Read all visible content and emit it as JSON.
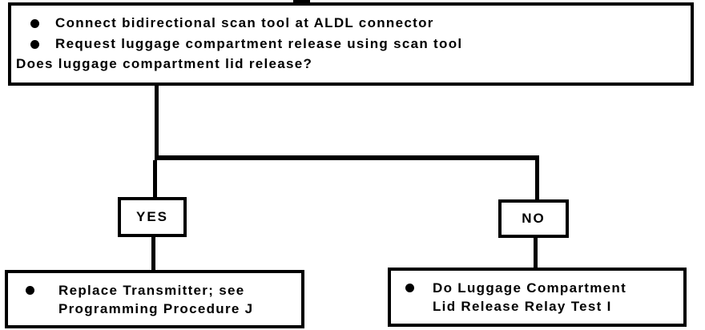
{
  "colors": {
    "ink": "#000000",
    "paper": "#ffffff"
  },
  "flowchart": {
    "decision_box": {
      "steps": [
        "Connect bidirectional scan tool at ALDL connector",
        "Request luggage compartment release using scan tool"
      ],
      "question": "Does luggage compartment lid release?"
    },
    "yes_branch": {
      "label": "YES",
      "result_lines": [
        "Replace Transmitter; see",
        "Programming Procedure J"
      ]
    },
    "no_branch": {
      "label": "NO",
      "result_lines": [
        "Do Luggage Compartment",
        "Lid Release Relay Test I"
      ]
    }
  }
}
